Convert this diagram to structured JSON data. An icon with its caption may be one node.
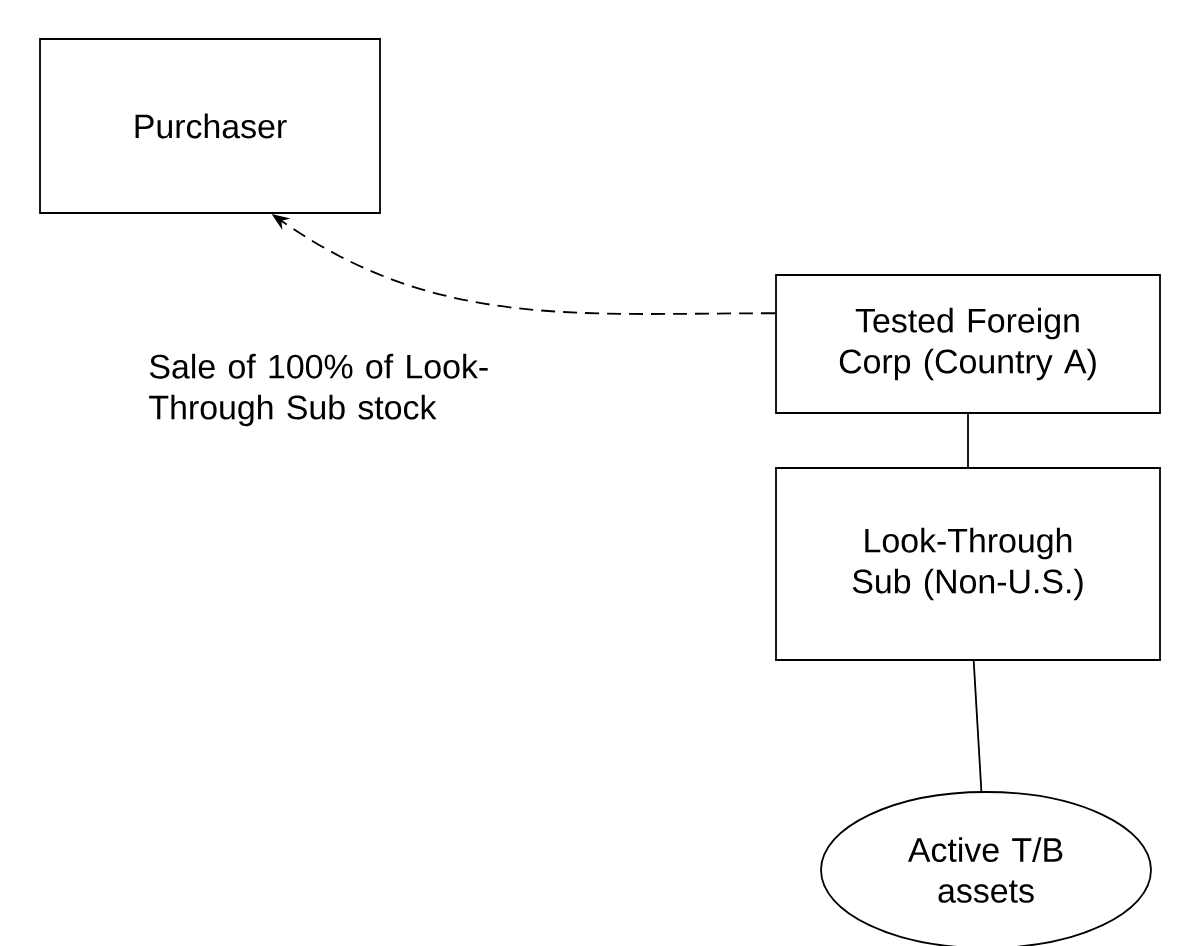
{
  "diagram": {
    "nodes": [
      {
        "text": [
          "Purchaser"
        ]
      },
      {
        "text": [
          "Tested Foreign Corp (Country A)"
        ]
      },
      {
        "text": [
          "Look-Through Sub (Non-U.S.)"
        ]
      },
      {
        "text": [
          "Active T/B assets"
        ]
      }
    ],
    "edges": [
      {
        "from": 1,
        "to": 0,
        "arrow": "to",
        "style": "dashed",
        "label": "Sale of 100% of Look-Through Sub stock"
      },
      {
        "from": 1,
        "to": 2,
        "arrow": "none"
      },
      {
        "from": 2,
        "to": 3,
        "arrow": "none"
      }
    ]
  }
}
